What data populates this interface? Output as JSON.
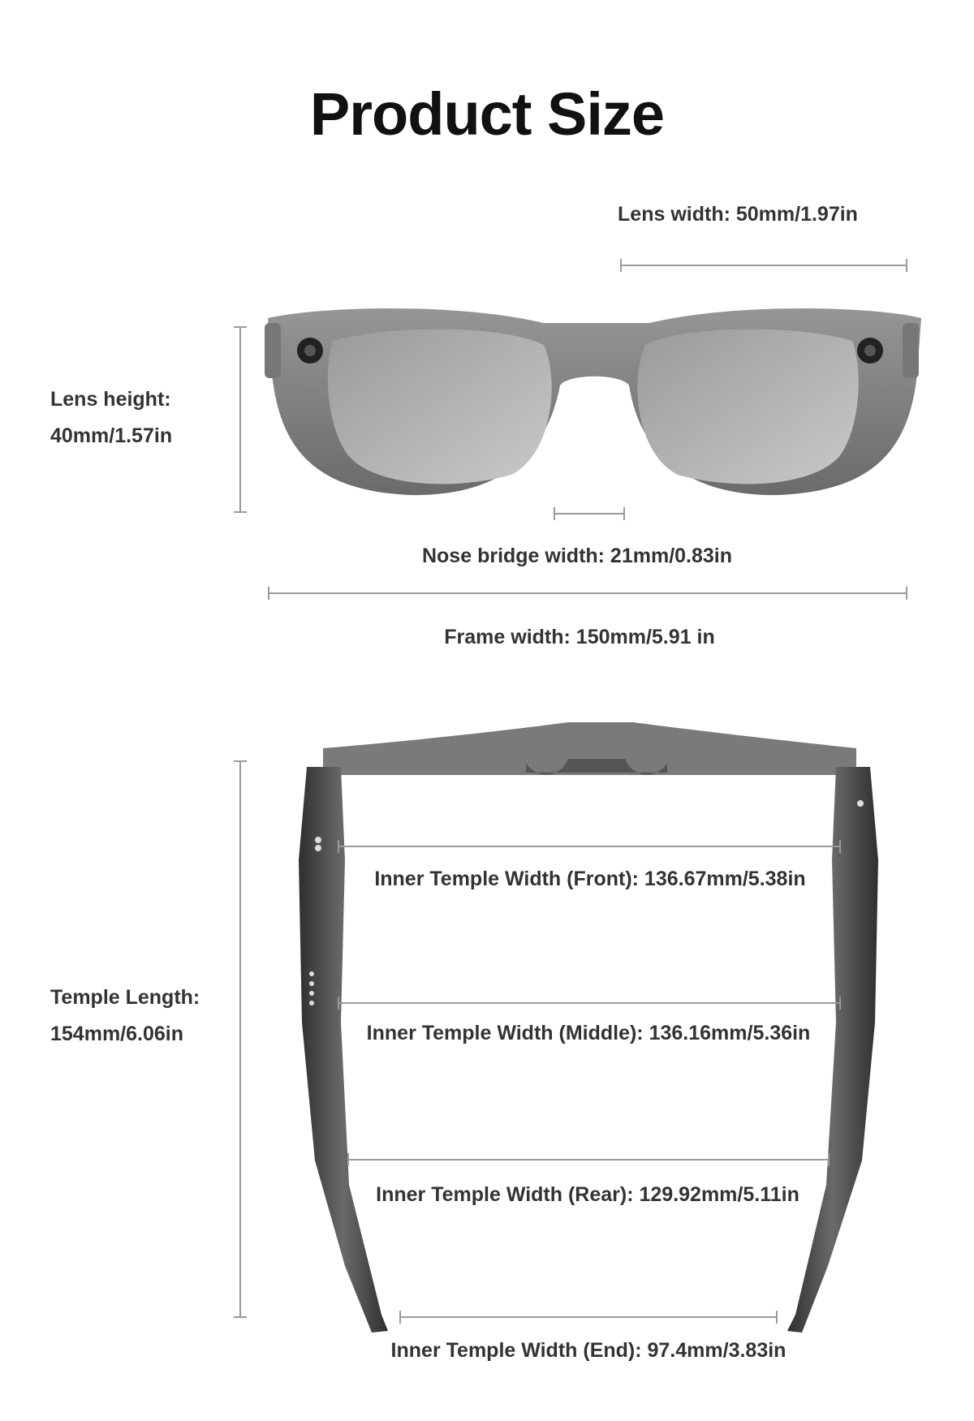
{
  "title": "Product Size",
  "front_view": {
    "lens_width": "Lens width: 50mm/1.97in",
    "lens_height_line1": "Lens height:",
    "lens_height_line2": "40mm/1.57in",
    "nose_bridge_width": "Nose bridge width: 21mm/0.83in",
    "frame_width": "Frame width: 150mm/5.91 in"
  },
  "top_view": {
    "temple_length_line1": "Temple Length:",
    "temple_length_line2": "154mm/6.06in",
    "inner_front": "Inner Temple Width (Front): 136.67mm/5.38in",
    "inner_middle": "Inner Temple Width (Middle): 136.16mm/5.36in",
    "inner_rear": "Inner Temple Width (Rear): 129.92mm/5.11in",
    "inner_end": "Inner Temple Width (End): 97.4mm/3.83in"
  },
  "colors": {
    "frame": "#6f6f6f",
    "frame_dark": "#3d3d3d",
    "lens": "#b9b9b9",
    "line": "#9a9a9a"
  }
}
